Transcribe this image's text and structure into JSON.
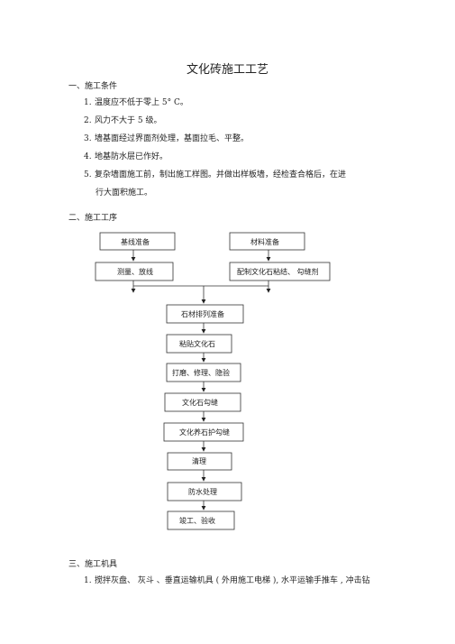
{
  "doc": {
    "title": "文化砖施工工艺",
    "section1": {
      "heading": "一、施工条件",
      "items": [
        {
          "num": "1.",
          "text": "温度应不低于零上  5° C。"
        },
        {
          "num": "2.",
          "text": "风力不大于  5 级。"
        },
        {
          "num": "3.",
          "text": "墙基面经过界面剂处理，基面拉毛、平整。"
        },
        {
          "num": "4.",
          "text": "地基防水层已作好。"
        },
        {
          "num": "5.",
          "text": "复杂墙面施工前，制出施工样图。并做出样板墙，经检查合格后，在进"
        },
        {
          "num": "",
          "text": "行大面积施工。"
        }
      ]
    },
    "section2": {
      "heading": "二、施工工序",
      "flow": {
        "left_top": "基线准备",
        "left_bottom": "测量、放线",
        "right_top": "材料准备",
        "right_bottom": "配制文化石粘结、  勾缝剂",
        "steps": [
          "石材排列准备",
          "粘贴文化石",
          "打磨、修理、隐验",
          "文化石勾缝",
          "文化养石护勾缝",
          "清理",
          "防水处理",
          "竣工、验收"
        ]
      }
    },
    "section3": {
      "heading": "三、施工机具",
      "items": [
        {
          "num": "1.",
          "text": "搅拌灰盘、 灰斗 、垂直运输机具 ( 外用施工电梯 ), 水平运输手推车 , 冲击钻"
        }
      ]
    }
  }
}
